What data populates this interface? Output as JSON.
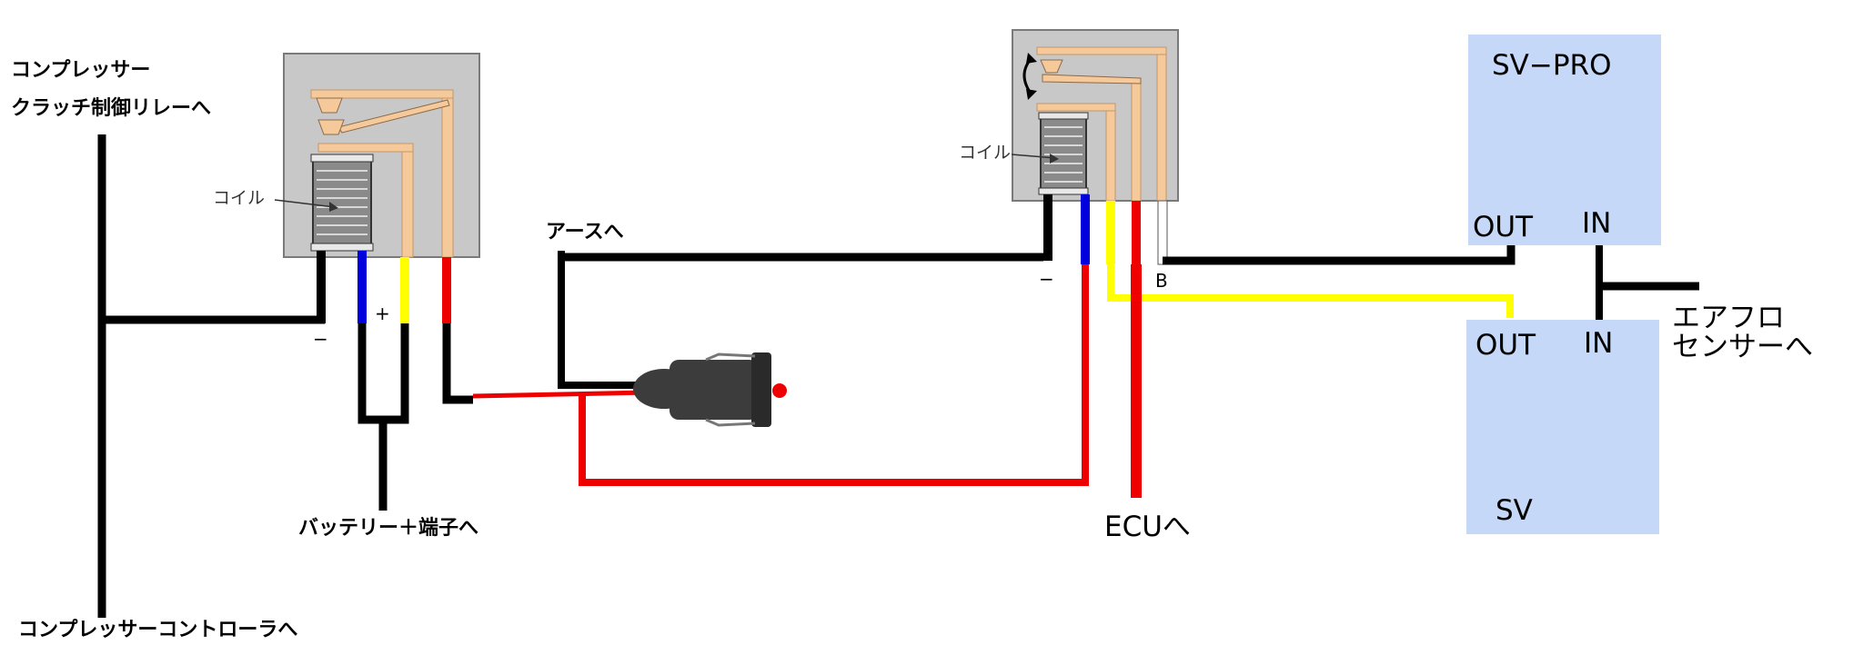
{
  "labels": {
    "compressor_clutch_line1": "コンプレッサー",
    "compressor_clutch_line2": "クラッチ制御リレーへ",
    "compressor_controller": "コンプレッサーコントローラへ",
    "battery_terminal": "バッテリー＋端子へ",
    "ground": "アースへ",
    "ecu": "ECUへ",
    "airflow_line1": "エアフロ",
    "airflow_line2": "センサーへ"
  },
  "relay1": {
    "coil_label": "コイル",
    "pin_minus": "−",
    "pin_plus": "+"
  },
  "relay2": {
    "coil_label": "コイル",
    "pin_minus": "−",
    "pin_b": "B"
  },
  "box_svpro": {
    "title": "SV−PRO",
    "out_label": "OUT",
    "in_label": "IN"
  },
  "box_sv": {
    "title": "SV",
    "out_label": "OUT",
    "in_label": "IN"
  },
  "colors": {
    "wire_black": "#000000",
    "wire_red": "#ee0000",
    "wire_blue": "#0000dd",
    "wire_yellow": "#ffff00",
    "relay_case": "#c8c8c8",
    "relay_contact": "#f5c99a",
    "box_fill": "#c5d8f7"
  }
}
